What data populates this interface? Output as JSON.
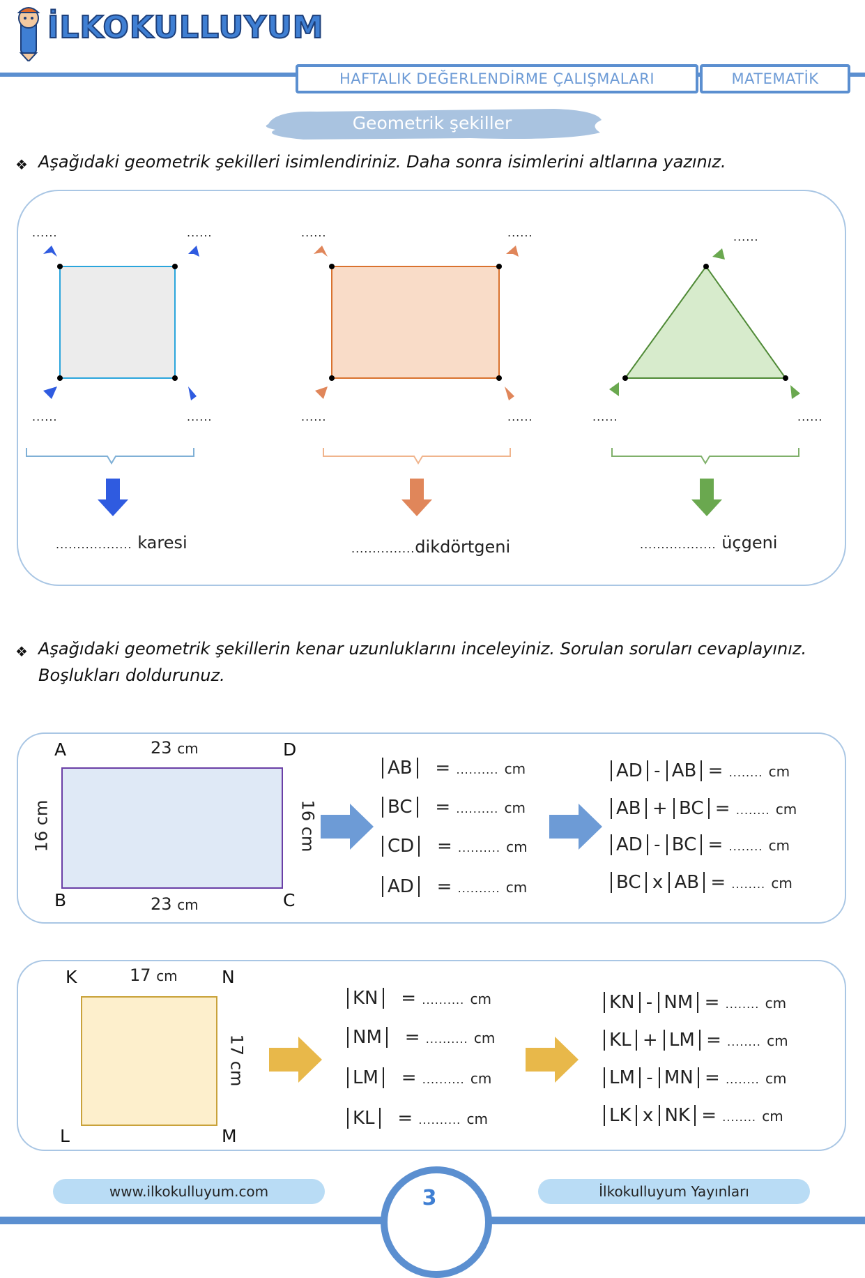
{
  "header": {
    "brand": "İLKOKULLUYUM",
    "worksheet_title": "HAFTALIK DEĞERLENDİRME ÇALIŞMALARI",
    "subject": "MATEMATİK",
    "topic": "Geometrik şekiller"
  },
  "section1": {
    "instruction": "Aşağıdaki geometrik şekilleri isimlendiriniz. Daha sonra isimlerini altlarına yazınız.",
    "blank": "......",
    "shapes": [
      {
        "answer_blank": "..................",
        "answer_suffix": "karesi",
        "color": "#2f5be0"
      },
      {
        "answer_blank": "...............",
        "answer_suffix": "dikdörtgeni",
        "color": "#e0865a"
      },
      {
        "answer_blank": "..................",
        "answer_suffix": "üçgeni",
        "color": "#6aa84f"
      }
    ]
  },
  "section2": {
    "instruction_line1": "Aşağıdaki geometrik şekillerin kenar uzunluklarını inceleyiniz. Sorulan soruları cevaplayınız.",
    "instruction_line2": "Boşlukları doldurunuz.",
    "rect": {
      "vertices": {
        "A": "A",
        "D": "D",
        "B": "B",
        "C": "C"
      },
      "top_len": "23",
      "bottom_len": "23",
      "left_len": "16 cm",
      "right_len": "16 cm",
      "unit": "cm",
      "col1": [
        {
          "seg": "AB",
          "eq": "=",
          "blank": "..........",
          "unit": "cm"
        },
        {
          "seg": "BC",
          "eq": "=",
          "blank": "..........",
          "unit": "cm"
        },
        {
          "seg": "CD",
          "eq": "=",
          "blank": "..........",
          "unit": "cm"
        },
        {
          "seg": "AD",
          "eq": "=",
          "blank": "..........",
          "unit": "cm"
        }
      ],
      "col2": [
        {
          "a": "AD",
          "op": "-",
          "b": "AB",
          "eq": "=",
          "blank": "........",
          "unit": "cm"
        },
        {
          "a": "AB",
          "op": "+",
          "b": "BC",
          "eq": "=",
          "blank": "........",
          "unit": "cm"
        },
        {
          "a": "AD",
          "op": "-",
          "b": "BC",
          "eq": "=",
          "blank": "........",
          "unit": "cm"
        },
        {
          "a": "BC",
          "op": "x",
          "b": "AB",
          "eq": "=",
          "blank": "........",
          "unit": "cm"
        }
      ]
    },
    "square": {
      "vertices": {
        "K": "K",
        "N": "N",
        "L": "L",
        "M": "M"
      },
      "top_len": "17",
      "right_len": "17 cm",
      "unit": "cm",
      "col1": [
        {
          "seg": "KN",
          "eq": "=",
          "blank": "..........",
          "unit": "cm"
        },
        {
          "seg": "NM",
          "eq": "=",
          "blank": "..........",
          "unit": "cm"
        },
        {
          "seg": "LM",
          "eq": "=",
          "blank": "..........",
          "unit": "cm"
        },
        {
          "seg": "KL",
          "eq": "=",
          "blank": "..........",
          "unit": "cm"
        }
      ],
      "col2": [
        {
          "a": "KN",
          "op": "-",
          "b": "NM",
          "eq": "=",
          "blank": "........",
          "unit": "cm"
        },
        {
          "a": "KL",
          "op": "+",
          "b": "LM",
          "eq": "=",
          "blank": "........",
          "unit": "cm"
        },
        {
          "a": "LM",
          "op": "-",
          "b": "MN",
          "eq": "=",
          "blank": "........",
          "unit": "cm"
        },
        {
          "a": "LK",
          "op": "x",
          "b": "NK",
          "eq": "=",
          "blank": "........",
          "unit": "cm"
        }
      ]
    }
  },
  "footer": {
    "website": "www.ilkokulluyum.com",
    "page_number": "3",
    "publisher": "İlkokulluyum Yayınları"
  },
  "colors": {
    "accent": "#5b8fd0",
    "blue_arrow": "#2f5be0",
    "orange_arrow": "#e0865a",
    "green_arrow": "#6aa84f",
    "steel_arrow": "#6d9bd6",
    "yellow_arrow": "#e8b84a"
  }
}
